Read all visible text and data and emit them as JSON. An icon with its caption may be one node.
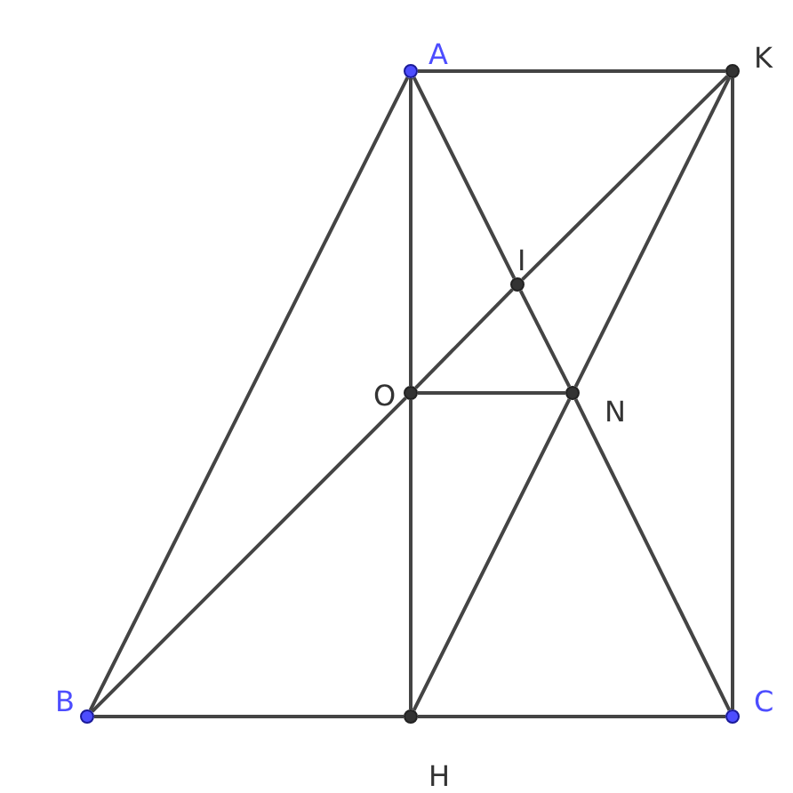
{
  "diagram": {
    "nodes": [
      {
        "text": [
          "A"
        ]
      },
      {
        "text": [
          "K"
        ]
      },
      {
        "text": [
          "I"
        ]
      },
      {
        "text": [
          "O"
        ]
      },
      {
        "text": [
          "N"
        ]
      },
      {
        "text": [
          "B"
        ]
      },
      {
        "text": [
          "C"
        ]
      },
      {
        "text": [
          "H"
        ]
      }
    ],
    "edges": [
      {
        "from": 0,
        "to": 1,
        "arrow": "none"
      },
      {
        "from": 0,
        "to": 5,
        "arrow": "none"
      },
      {
        "from": 0,
        "to": 3,
        "arrow": "none"
      },
      {
        "from": 3,
        "to": 7,
        "arrow": "none"
      },
      {
        "from": 0,
        "to": 2,
        "arrow": "none"
      },
      {
        "from": 2,
        "to": 4,
        "arrow": "none"
      },
      {
        "from": 4,
        "to": 6,
        "arrow": "none"
      },
      {
        "from": 5,
        "to": 3,
        "arrow": "none"
      },
      {
        "from": 3,
        "to": 2,
        "arrow": "none"
      },
      {
        "from": 2,
        "to": 1,
        "arrow": "none"
      },
      {
        "from": 3,
        "to": 4,
        "arrow": "none"
      },
      {
        "from": 1,
        "to": 6,
        "arrow": "none"
      },
      {
        "from": 5,
        "to": 7,
        "arrow": "none"
      },
      {
        "from": 7,
        "to": 6,
        "arrow": "none"
      },
      {
        "from": 7,
        "to": 4,
        "arrow": "none"
      },
      {
        "from": 4,
        "to": 1,
        "arrow": "none"
      }
    ]
  }
}
